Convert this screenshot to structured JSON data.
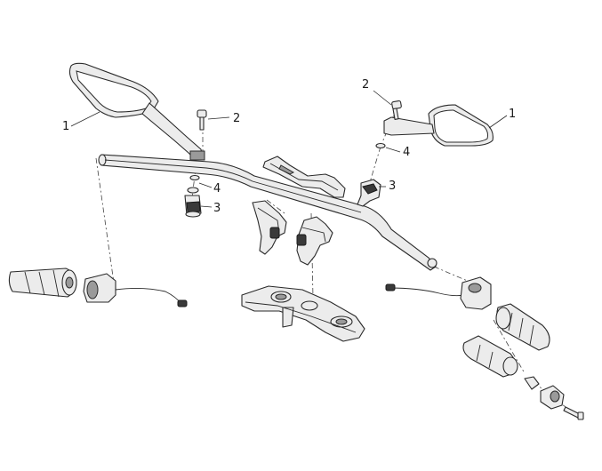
{
  "callouts": {
    "left_mirror": "1",
    "left_screw": "2",
    "left_clamp": "3",
    "left_washer": "4",
    "right_mirror": "1",
    "right_screw": "2",
    "right_clamp": "3",
    "right_washer": "4"
  },
  "colors": {
    "line": "#2a2a2a",
    "fill": "#ececec",
    "background": "#ffffff"
  }
}
